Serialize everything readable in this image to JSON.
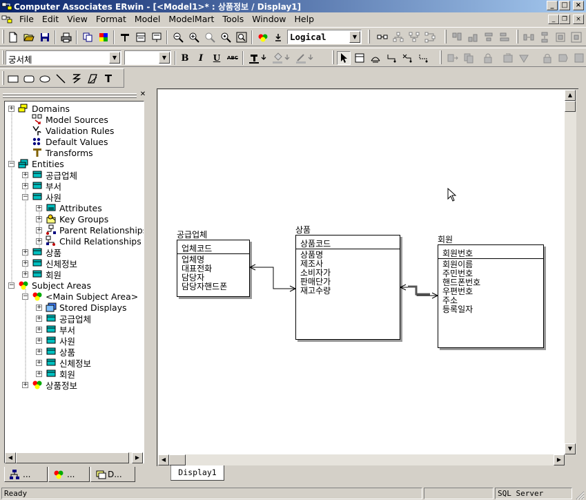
{
  "window": {
    "title": "Computer Associates ERwin - [<Model1>* : 상품정보 / Display1]"
  },
  "menu": {
    "items": [
      "File",
      "Edit",
      "View",
      "Format",
      "Model",
      "ModelMart",
      "Tools",
      "Window",
      "Help"
    ]
  },
  "toolbar": {
    "view_mode": "Logical",
    "font_name": "궁서체",
    "font_size": "",
    "bold_label": "B",
    "italic_label": "I",
    "underline_label": "U",
    "strike_label": "ABC",
    "text_tool_label": "T"
  },
  "tree": {
    "items": [
      {
        "label": "Domains",
        "expander": "+",
        "icon": "domains-icon"
      },
      {
        "label": "Model Sources",
        "expander": "",
        "icon": "model-sources-icon"
      },
      {
        "label": "Validation Rules",
        "expander": "",
        "icon": "validation-rules-icon"
      },
      {
        "label": "Default Values",
        "expander": "",
        "icon": "default-values-icon"
      },
      {
        "label": "Transforms",
        "expander": "",
        "icon": "transforms-icon"
      },
      {
        "label": "Entities",
        "expander": "−",
        "icon": "entities-icon"
      },
      {
        "label": "공급업체",
        "expander": "+",
        "icon": "entity-icon"
      },
      {
        "label": "부서",
        "expander": "+",
        "icon": "entity-icon"
      },
      {
        "label": "사원",
        "expander": "−",
        "icon": "entity-icon"
      },
      {
        "label": "Attributes",
        "expander": "+",
        "icon": "attributes-icon"
      },
      {
        "label": "Key Groups",
        "expander": "+",
        "icon": "key-groups-icon"
      },
      {
        "label": "Parent Relationships",
        "expander": "+",
        "icon": "parent-relationships-icon"
      },
      {
        "label": "Child Relationships",
        "expander": "+",
        "icon": "child-relationships-icon"
      },
      {
        "label": "상품",
        "expander": "+",
        "icon": "entity-icon"
      },
      {
        "label": "신체정보",
        "expander": "+",
        "icon": "entity-icon"
      },
      {
        "label": "회원",
        "expander": "+",
        "icon": "entity-icon"
      },
      {
        "label": "Subject Areas",
        "expander": "−",
        "icon": "subject-areas-icon"
      },
      {
        "label": "<Main Subject Area>",
        "expander": "−",
        "icon": "subject-area-icon"
      },
      {
        "label": "Stored Displays",
        "expander": "+",
        "icon": "stored-displays-icon"
      },
      {
        "label": "공급업체",
        "expander": "+",
        "icon": "entity-icon"
      },
      {
        "label": "부서",
        "expander": "+",
        "icon": "entity-icon"
      },
      {
        "label": "사원",
        "expander": "+",
        "icon": "entity-icon"
      },
      {
        "label": "상품",
        "expander": "+",
        "icon": "entity-icon"
      },
      {
        "label": "신체정보",
        "expander": "+",
        "icon": "entity-icon"
      },
      {
        "label": "회원",
        "expander": "+",
        "icon": "entity-icon"
      },
      {
        "label": "상품정보",
        "expander": "+",
        "icon": "subject-area-icon"
      }
    ]
  },
  "left_tabs": [
    {
      "label": "...",
      "icon": "model-tree-icon"
    },
    {
      "label": "...",
      "icon": "subject-areas-tab-icon"
    },
    {
      "label": "D...",
      "icon": "displays-tab-icon"
    }
  ],
  "diagram": {
    "entities": [
      {
        "name": "공급업체",
        "pk": "업체코드",
        "attributes": [
          "업체명",
          "대표전화",
          "담당자",
          "담당자핸드폰"
        ]
      },
      {
        "name": "상품",
        "pk": "상품코드",
        "attributes": [
          "상품명",
          "제조사",
          "소비자가",
          "판매단가",
          "재고수량"
        ]
      },
      {
        "name": "회원",
        "pk": "회원번호",
        "attributes": [
          "회원이름",
          "주민번호",
          "핸드폰번호",
          "우편번호",
          "주소",
          "등록일자"
        ]
      }
    ],
    "tab_label": "Display1"
  },
  "status": {
    "text": "Ready",
    "db": "SQL Server"
  }
}
